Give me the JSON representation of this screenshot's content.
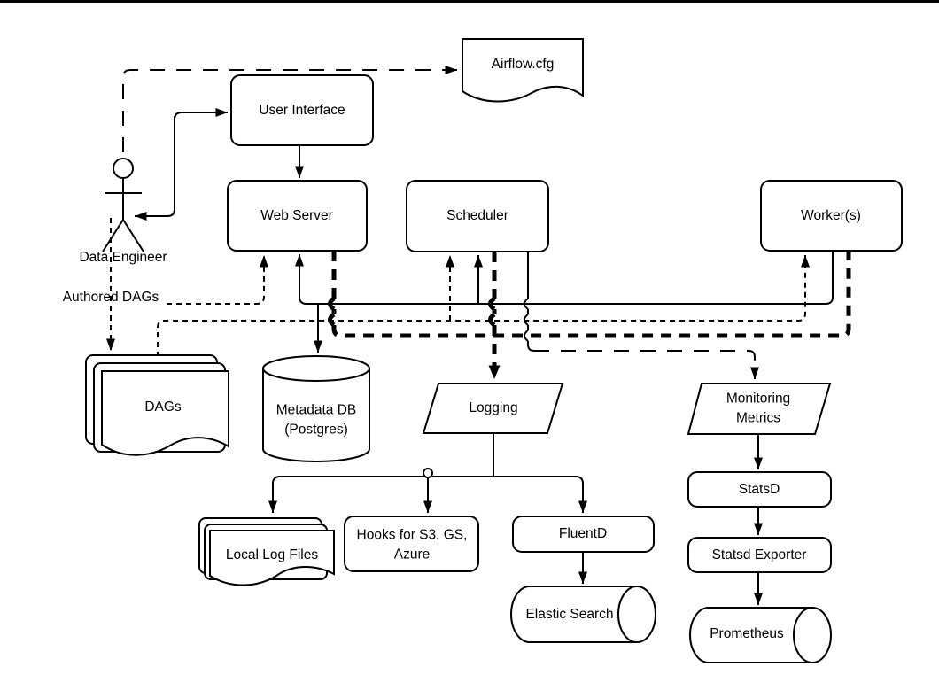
{
  "diagram": {
    "background": "#ffffff",
    "stroke_color": "#000000",
    "fill_color": "#ffffff",
    "nodes": {
      "airflow_cfg": {
        "label": "Airflow.cfg",
        "shape": "document"
      },
      "user_interface": {
        "label": "User Interface",
        "shape": "rounded-rect"
      },
      "web_server": {
        "label": "Web Server",
        "shape": "rounded-rect"
      },
      "scheduler": {
        "label": "Scheduler",
        "shape": "rounded-rect"
      },
      "workers": {
        "label": "Worker(s)",
        "shape": "rounded-rect"
      },
      "data_engineer": {
        "label": "Data Engineer",
        "shape": "actor"
      },
      "dags": {
        "label": "DAGs",
        "shape": "document-stack"
      },
      "metadata_db": {
        "label": "Metadata DB\n(Postgres)",
        "shape": "cylinder"
      },
      "logging": {
        "label": "Logging",
        "shape": "parallelogram"
      },
      "monitoring_metrics": {
        "label": "Monitoring\nMetrics",
        "shape": "parallelogram"
      },
      "local_log_files": {
        "label": "Local Log Files",
        "shape": "document-stack"
      },
      "hooks": {
        "label": "Hooks for  S3, GS,\nAzure",
        "shape": "rounded-rect"
      },
      "fluentd": {
        "label": "FluentD",
        "shape": "rounded-rect"
      },
      "elastic_search": {
        "label": "Elastic Search",
        "shape": "cylinder-horizontal"
      },
      "statsd": {
        "label": "StatsD",
        "shape": "rounded-rect"
      },
      "statsd_exporter": {
        "label": "Statsd Exporter",
        "shape": "rounded-rect"
      },
      "prometheus": {
        "label": "Prometheus",
        "shape": "cylinder-horizontal"
      }
    },
    "edge_labels": {
      "authored_dags": "Authored DAGs"
    },
    "edges": [
      {
        "from": "data_engineer",
        "to": "airflow_cfg",
        "style": "long-dash",
        "arrow": "end"
      },
      {
        "from": "user_interface",
        "to": "data_engineer",
        "style": "solid",
        "arrow": "both"
      },
      {
        "from": "user_interface",
        "to": "web_server",
        "style": "solid",
        "arrow": "end"
      },
      {
        "from": "data_engineer",
        "to": "dags",
        "style": "dashed",
        "arrow": "end",
        "label": "Authored DAGs"
      },
      {
        "from": "data_engineer",
        "to": "web_server",
        "style": "dashed",
        "arrow": "end"
      },
      {
        "from": "dags",
        "to": "scheduler",
        "style": "dashed",
        "arrow": "end"
      },
      {
        "from": "dags",
        "to": "workers",
        "style": "dashed",
        "arrow": "end"
      },
      {
        "from": "workers",
        "to": "web_server",
        "style": "solid",
        "arrow": "end"
      },
      {
        "from": "workers",
        "to": "scheduler",
        "style": "solid",
        "arrow": "end"
      },
      {
        "from": "workers",
        "to": "metadata_db",
        "style": "solid",
        "arrow": "end"
      },
      {
        "from": "web_server",
        "to": "logging",
        "style": "bold-dash",
        "arrow": "end"
      },
      {
        "from": "scheduler",
        "to": "logging",
        "style": "bold-dash",
        "arrow": "end"
      },
      {
        "from": "workers",
        "to": "logging",
        "style": "bold-dash",
        "arrow": "end"
      },
      {
        "from": "scheduler",
        "to": "monitoring_metrics",
        "style": "long-dash",
        "arrow": "end"
      },
      {
        "from": "logging",
        "to": "local_log_files",
        "style": "solid",
        "arrow": "end"
      },
      {
        "from": "logging",
        "to": "hooks",
        "style": "solid",
        "arrow": "end"
      },
      {
        "from": "logging",
        "to": "fluentd",
        "style": "solid",
        "arrow": "end"
      },
      {
        "from": "fluentd",
        "to": "elastic_search",
        "style": "solid",
        "arrow": "end"
      },
      {
        "from": "monitoring_metrics",
        "to": "statsd",
        "style": "solid",
        "arrow": "end"
      },
      {
        "from": "statsd",
        "to": "statsd_exporter",
        "style": "solid",
        "arrow": "end"
      },
      {
        "from": "statsd_exporter",
        "to": "prometheus",
        "style": "solid",
        "arrow": "end"
      }
    ]
  }
}
